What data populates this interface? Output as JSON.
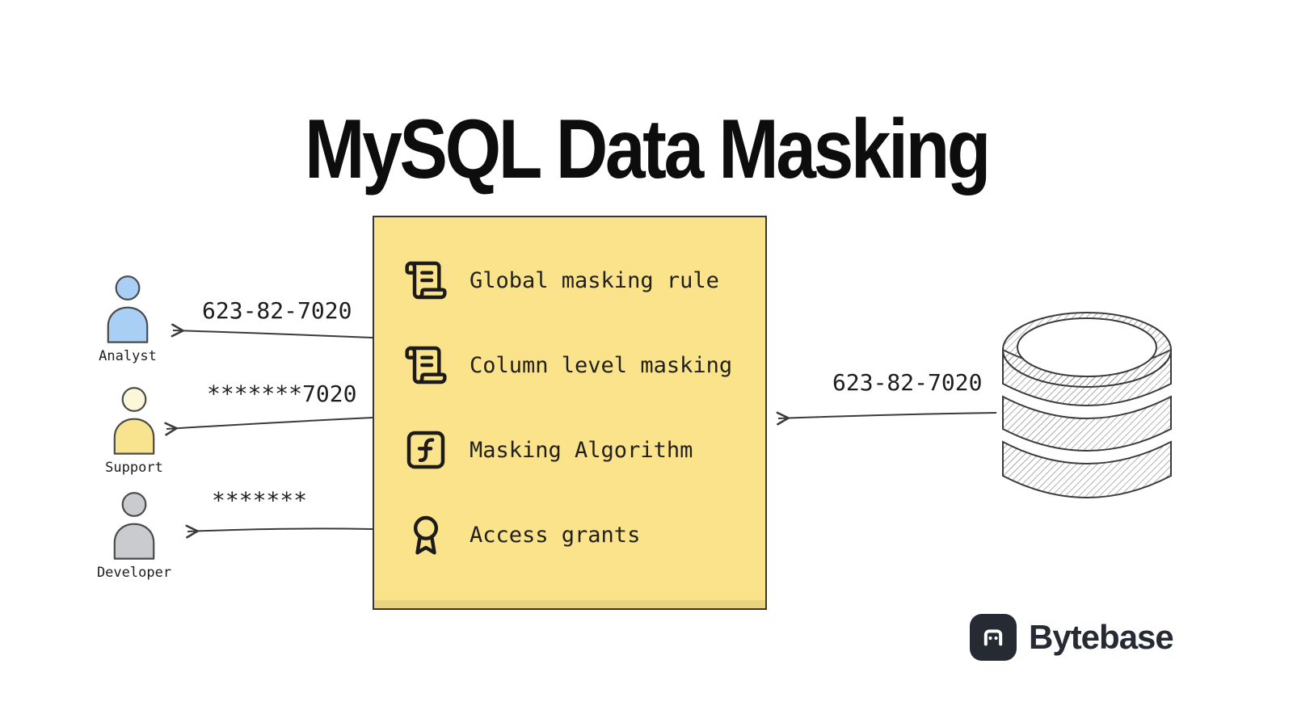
{
  "title": "MySQL Data Masking",
  "note": {
    "items": [
      {
        "icon": "scroll-text-icon",
        "label": "Global masking rule"
      },
      {
        "icon": "scroll-text-icon",
        "label": "Column level masking"
      },
      {
        "icon": "function-square-icon",
        "label": "Masking Algorithm"
      },
      {
        "icon": "award-icon",
        "label": "Access grants"
      }
    ]
  },
  "personas": [
    {
      "name": "Analyst",
      "value": "623-82-7020"
    },
    {
      "name": "Support",
      "value": "*******7020"
    },
    {
      "name": "Developer",
      "value": "*******"
    }
  ],
  "database": {
    "label": "623-82-7020"
  },
  "brand": {
    "name": "Bytebase"
  },
  "colors": {
    "note_bg": "#FAE38B",
    "analyst": "#A9CFF4",
    "support": "#F8E48F",
    "developer": "#C9CBCE",
    "brand": "#262A33",
    "ink": "#1c1b19"
  }
}
